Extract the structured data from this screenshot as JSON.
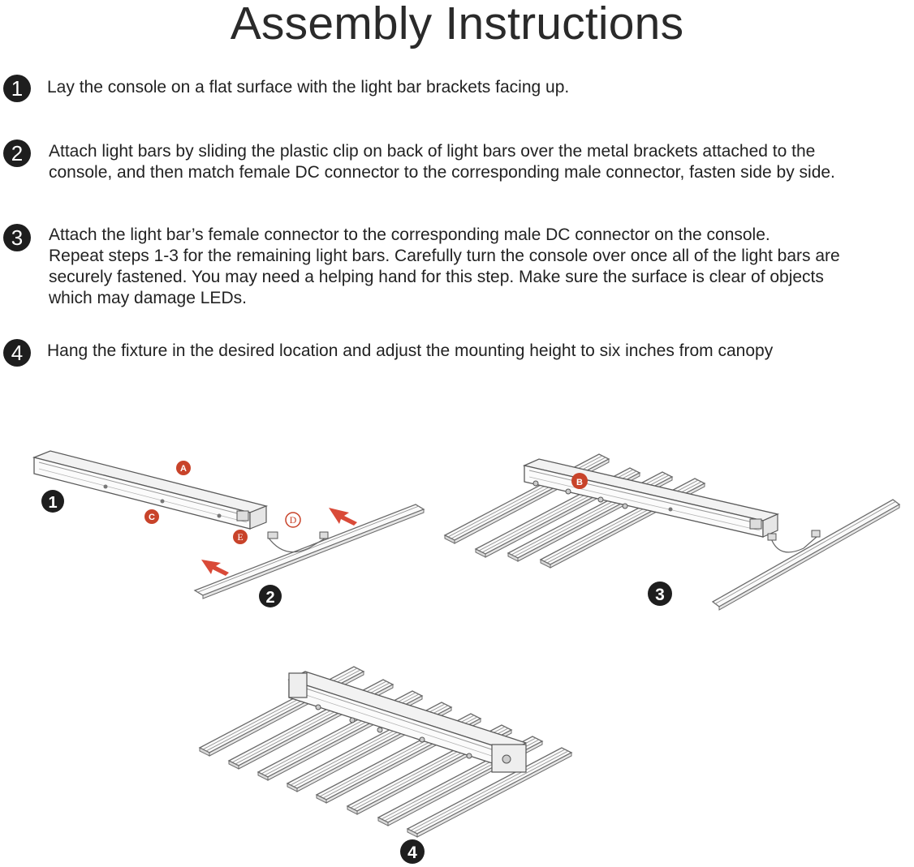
{
  "title": "Assembly Instructions",
  "steps": [
    {
      "number": "1",
      "text": "Lay the console on a flat surface with the light bar brackets facing up."
    },
    {
      "number": "2",
      "text": "Attach light bars by sliding the plastic clip on back of light bars over the metal brackets attached to the\nconsole, and then match female DC connector to the corresponding male connector, fasten side by side."
    },
    {
      "number": "3",
      "text": "Attach the light bar’s female connector to the corresponding male DC connector on the console.\nRepeat steps 1-3 for the remaining light bars. Carefully turn the console over once all of the light bars are\nsecurely fastened. You may need a helping hand for this step. Make sure the surface is clear of objects\nwhich may damage LEDs."
    },
    {
      "number": "4",
      "text": "Hang the fixture in the desired location and adjust the mounting height to six inches from canopy"
    }
  ],
  "figure_badges": [
    "1",
    "2",
    "3",
    "4"
  ],
  "callouts": [
    "A",
    "B",
    "C",
    "D",
    "E"
  ],
  "colors": {
    "callout": "#c8432a",
    "arrow": "#d94a38",
    "badge": "#1e1e1e",
    "line_art": "#6b6b6b"
  }
}
